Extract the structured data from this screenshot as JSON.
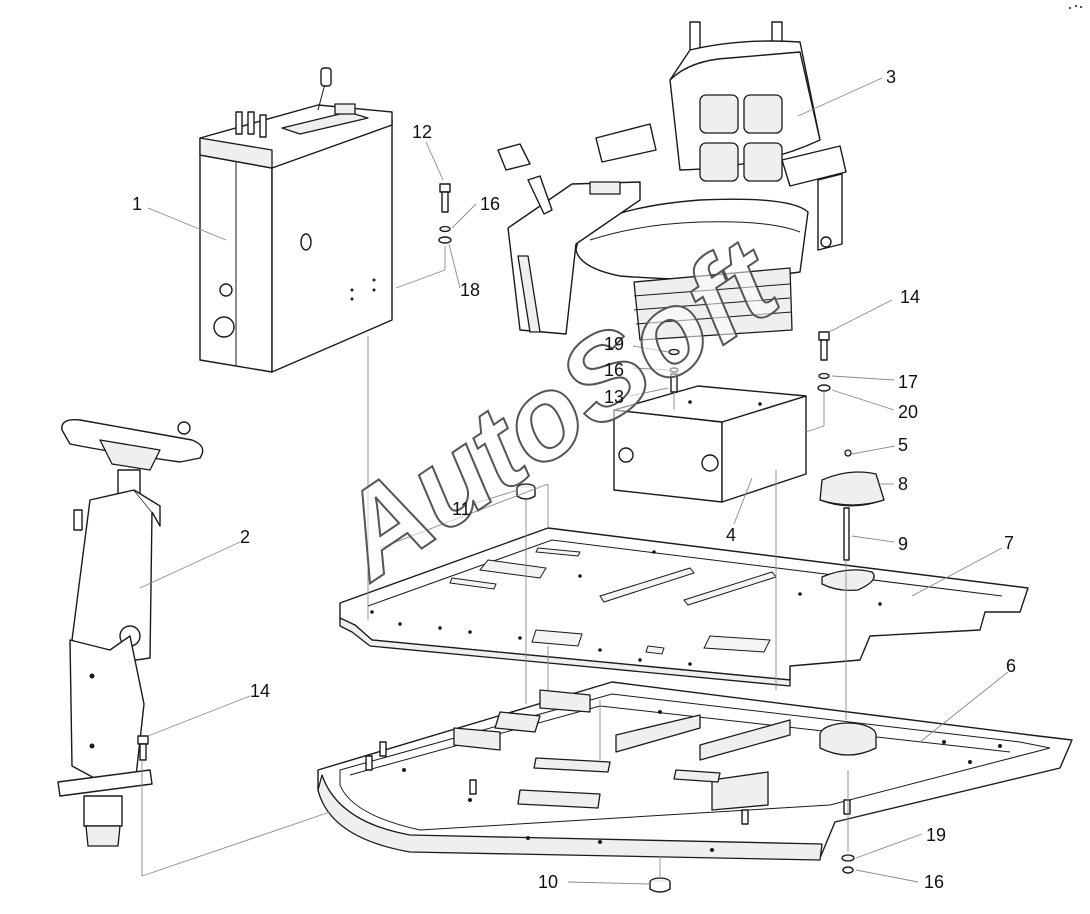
{
  "diagram": {
    "watermark": "AutoSoft",
    "corner_mark": "",
    "callouts": [
      {
        "id": "c1",
        "label": "1"
      },
      {
        "id": "c2",
        "label": "2"
      },
      {
        "id": "c3",
        "label": "3"
      },
      {
        "id": "c4",
        "label": "4"
      },
      {
        "id": "c5",
        "label": "5"
      },
      {
        "id": "c6",
        "label": "6"
      },
      {
        "id": "c7",
        "label": "7"
      },
      {
        "id": "c8",
        "label": "8"
      },
      {
        "id": "c9",
        "label": "9"
      },
      {
        "id": "c10",
        "label": "10"
      },
      {
        "id": "c11",
        "label": "11"
      },
      {
        "id": "c12",
        "label": "12"
      },
      {
        "id": "c13",
        "label": "13"
      },
      {
        "id": "c14a",
        "label": "14"
      },
      {
        "id": "c14b",
        "label": "14"
      },
      {
        "id": "c16a",
        "label": "16"
      },
      {
        "id": "c16b",
        "label": "16"
      },
      {
        "id": "c16c",
        "label": "16"
      },
      {
        "id": "c17",
        "label": "17"
      },
      {
        "id": "c18",
        "label": "18"
      },
      {
        "id": "c19a",
        "label": "19"
      },
      {
        "id": "c19b",
        "label": "19"
      },
      {
        "id": "c20",
        "label": "20"
      }
    ]
  }
}
